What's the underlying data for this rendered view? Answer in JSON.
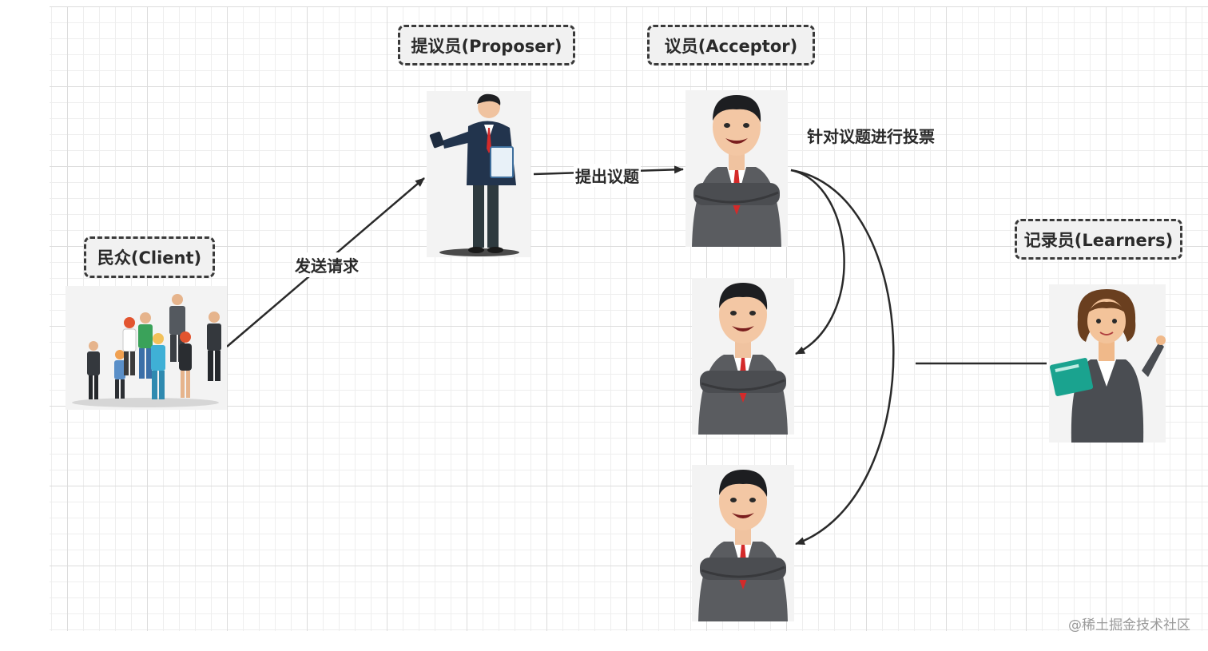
{
  "roles": {
    "client": "民众(Client)",
    "proposer": "提议员(Proposer)",
    "acceptor": "议员(Acceptor)",
    "learner": "记录员(Learners)"
  },
  "edges": {
    "send_request": "发送请求",
    "propose_topic": "提出议题",
    "vote_on_topic": "针对议题进行投票"
  },
  "watermark": "@稀土掘金技术社区"
}
